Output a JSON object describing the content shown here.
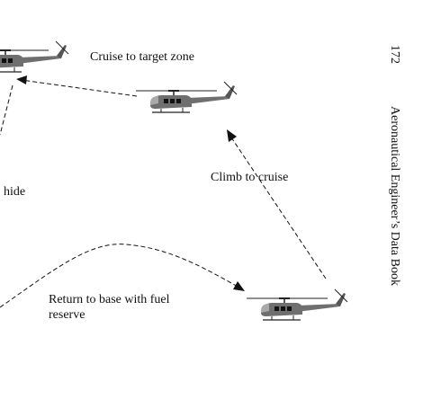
{
  "labels": {
    "cruise": "Cruise to target zone",
    "climb": "Climb to cruise",
    "hide": "hide",
    "return_line1": "Return to base with fuel",
    "return_line2": "reserve"
  },
  "page": {
    "number": "172",
    "running_title": "Aeronautical Engineer’s Data Book"
  },
  "icons": [
    "helicopter-icon",
    "arrowhead-icon"
  ],
  "colors": {
    "ink": "#111111",
    "fuselage": "#6f6f6f"
  }
}
